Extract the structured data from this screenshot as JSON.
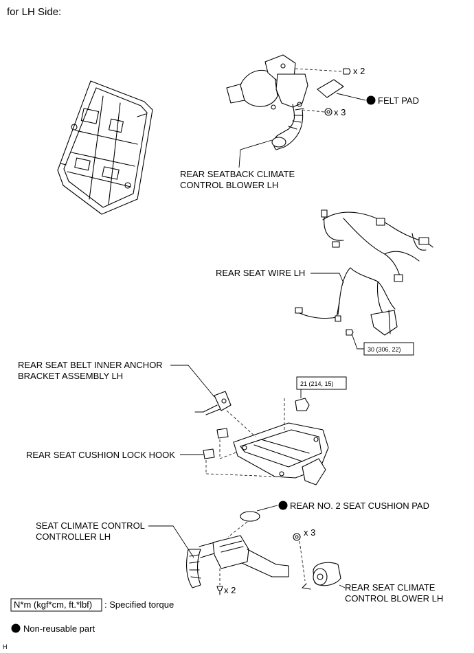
{
  "title": "for LH Side:",
  "labels": {
    "blower_upper_line1": "REAR SEATBACK CLIMATE",
    "blower_upper_line2": "CONTROL BLOWER LH",
    "felt_pad": "FELT PAD",
    "bolt_x2_top": "x 2",
    "nut_x3_top": "x 3",
    "wire": "REAR SEAT WIRE LH",
    "anchor_line1": "REAR SEAT BELT INNER ANCHOR",
    "anchor_line2": "BRACKET ASSEMBLY LH",
    "lock_hook": "REAR SEAT CUSHION LOCK HOOK",
    "cushion_pad": "REAR NO. 2 SEAT CUSHION PAD",
    "controller_line1": "SEAT CLIMATE CONTROL",
    "controller_line2": "CONTROLLER LH",
    "screw_x2_bottom": "x 2",
    "nut_x3_bottom": "x 3",
    "blower_lower_line1": "REAR SEAT CLIMATE",
    "blower_lower_line2": "CONTROL BLOWER LH"
  },
  "torques": {
    "wire_bolt": "30 (306, 22)",
    "frame_nut": "21 (214, 15)"
  },
  "legend": {
    "torque_box": "N*m (kgf*cm, ft.*lbf)",
    "torque_text": ": Specified torque",
    "non_reusable": "Non-reusable part"
  },
  "corner_mark": "H",
  "icons": [
    "non-reusable-dot-icon",
    "bolt-icon",
    "nut-icon"
  ]
}
